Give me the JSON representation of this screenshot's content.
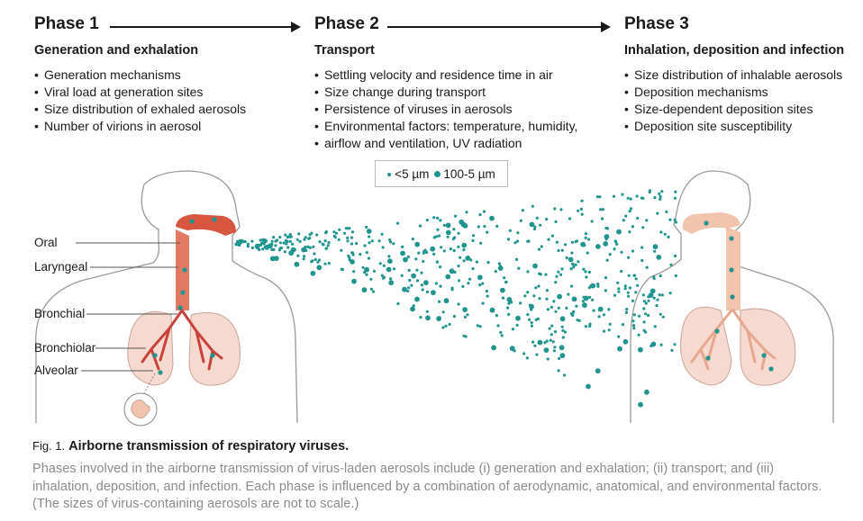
{
  "phases": [
    {
      "title": "Phase 1",
      "subtitle": "Generation and exhalation",
      "bullets": [
        "Generation mechanisms",
        "Viral load at generation sites",
        "Size distribution of exhaled aerosols",
        "Number of virions in aerosol"
      ]
    },
    {
      "title": "Phase 2",
      "subtitle": "Transport",
      "bullets": [
        "Settling velocity and residence time in air",
        "Size change during transport",
        "Persistence of viruses in aerosols",
        "Environmental factors: temperature, humidity,",
        "airflow and ventilation, UV radiation"
      ]
    },
    {
      "title": "Phase 3",
      "subtitle": "Inhalation, deposition and infection",
      "bullets": [
        "Size distribution of inhalable aerosols",
        "Deposition mechanisms",
        "Size-dependent deposition sites",
        "Deposition site susceptibility"
      ]
    }
  ],
  "legend": {
    "small": "<5 µm",
    "large": "100-5 µm"
  },
  "sites": [
    "Oral",
    "Laryngeal",
    "Bronchial",
    "Bronchiolar",
    "Alveolar"
  ],
  "caption": {
    "fig_number": "Fig. 1.",
    "fig_title": "Airborne transmission of respiratory viruses.",
    "body": "Phases involved in the airborne transmission of virus-laden aerosols include (i) generation and exhalation; (ii) transport; and (iii) inhalation, deposition, and infection. Each phase is influenced by a combination of aerodynamic, anatomical, and environmental factors. (The sizes of virus-containing aerosols are not to scale.)"
  },
  "colors": {
    "particle": "#20948e",
    "airway_red": "#d8553f",
    "lung_fill": "#f6d9cf",
    "airway_peach": "#f2c3ad",
    "outline": "#9a9a9a"
  }
}
